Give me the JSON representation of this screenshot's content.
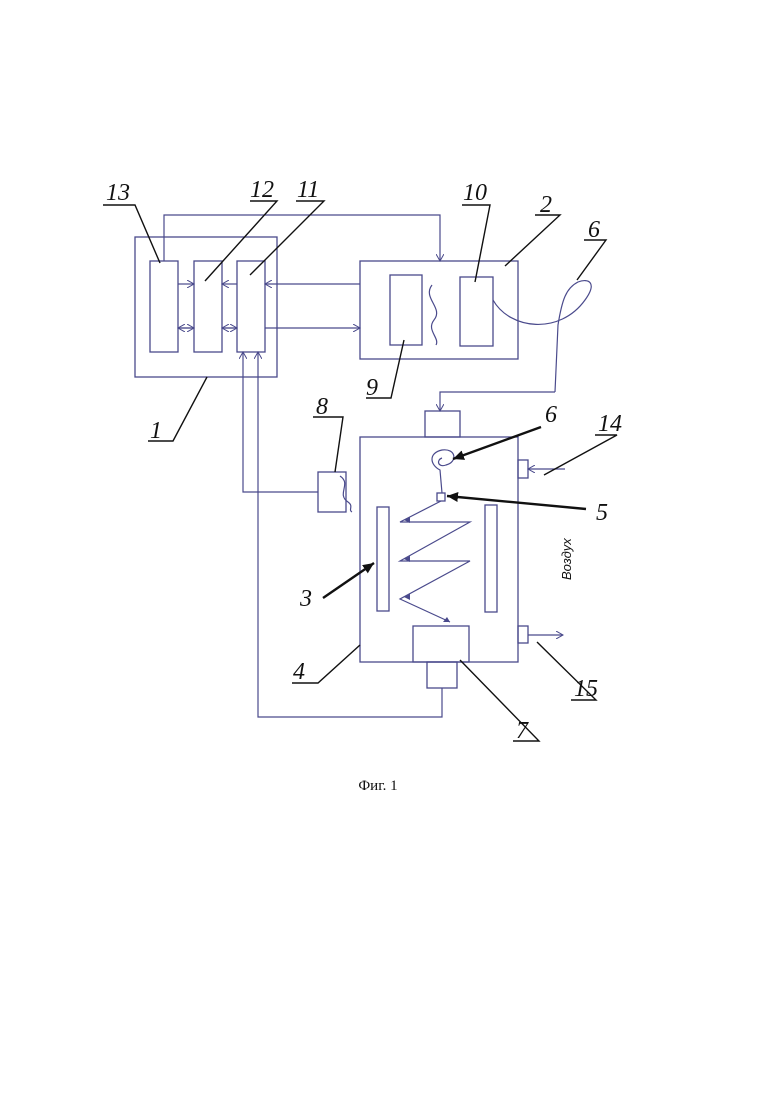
{
  "figure": {
    "caption": "Фиг. 1",
    "air_label": "Воздух",
    "reference_numerals": [
      "1",
      "2",
      "3",
      "4",
      "5",
      "6",
      "6",
      "7",
      "8",
      "9",
      "10",
      "11",
      "12",
      "13",
      "14",
      "15"
    ]
  },
  "colors": {
    "diagram_line": "#4a4a8c",
    "leader_line": "#111111",
    "background": "#ffffff"
  }
}
